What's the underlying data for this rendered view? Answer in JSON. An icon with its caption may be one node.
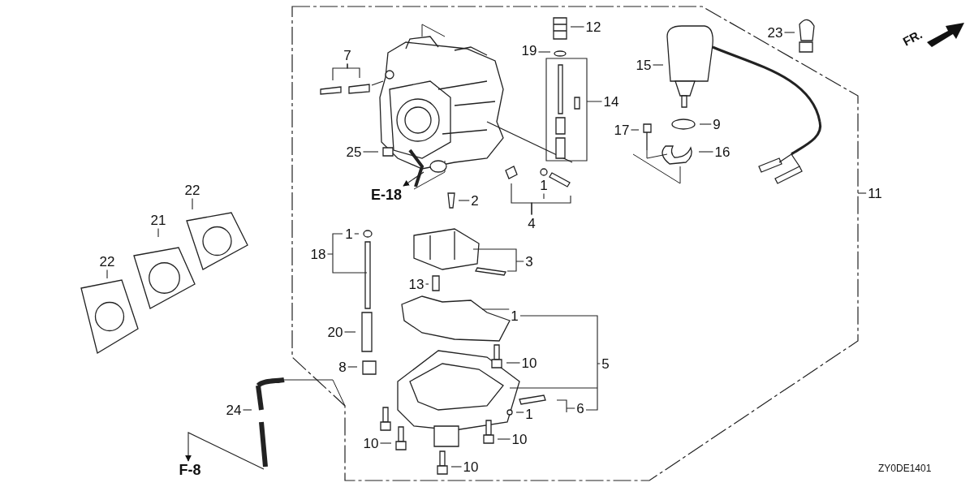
{
  "diagram": {
    "nodes": [
      {
        "text": [
          "7"
        ]
      },
      {
        "text": [
          "12"
        ]
      },
      {
        "text": [
          "23"
        ]
      },
      {
        "text": [
          "19"
        ]
      },
      {
        "text": [
          "15"
        ]
      },
      {
        "text": [
          "14"
        ]
      },
      {
        "text": [
          "9"
        ]
      },
      {
        "text": [
          "17"
        ]
      },
      {
        "text": [
          "25"
        ]
      },
      {
        "text": [
          "16"
        ]
      },
      {
        "text": [
          "E-18"
        ]
      },
      {
        "text": [
          "1"
        ]
      },
      {
        "text": [
          "22"
        ]
      },
      {
        "text": [
          "11"
        ]
      },
      {
        "text": [
          "2"
        ]
      },
      {
        "text": [
          "4"
        ]
      },
      {
        "text": [
          "21"
        ]
      },
      {
        "text": [
          "1"
        ]
      },
      {
        "text": [
          "18"
        ]
      },
      {
        "text": [
          "3"
        ]
      },
      {
        "text": [
          "22"
        ]
      },
      {
        "text": [
          "13"
        ]
      },
      {
        "text": [
          "1"
        ]
      },
      {
        "text": [
          "20"
        ]
      },
      {
        "text": [
          "5"
        ]
      },
      {
        "text": [
          "10"
        ]
      },
      {
        "text": [
          "8"
        ]
      },
      {
        "text": [
          "24"
        ]
      },
      {
        "text": [
          "1"
        ]
      },
      {
        "text": [
          "6"
        ]
      },
      {
        "text": [
          "10"
        ]
      },
      {
        "text": [
          "10"
        ]
      },
      {
        "text": [
          "F-8"
        ]
      },
      {
        "text": [
          "10"
        ]
      }
    ],
    "edges": [
      {
        "from": 0,
        "to": null,
        "arrow": "none"
      },
      {
        "from": 1,
        "to": null,
        "arrow": "none"
      },
      {
        "from": 2,
        "to": null,
        "arrow": "none"
      },
      {
        "from": 3,
        "to": null,
        "arrow": "none"
      },
      {
        "from": 4,
        "to": null,
        "arrow": "none"
      },
      {
        "from": 5,
        "to": null,
        "arrow": "none"
      },
      {
        "from": 6,
        "to": null,
        "arrow": "none"
      },
      {
        "from": 7,
        "to": null,
        "arrow": "none"
      },
      {
        "from": 8,
        "to": null,
        "arrow": "none"
      },
      {
        "from": 9,
        "to": null,
        "arrow": "none"
      },
      {
        "from": null,
        "to": 10,
        "arrow": "to"
      },
      {
        "from": 11,
        "to": null,
        "arrow": "none"
      },
      {
        "from": 12,
        "to": null,
        "arrow": "none"
      },
      {
        "from": 13,
        "to": null,
        "arrow": "none"
      },
      {
        "from": 14,
        "to": null,
        "arrow": "none"
      },
      {
        "from": 15,
        "to": null,
        "arrow": "none"
      },
      {
        "from": 16,
        "to": null,
        "arrow": "none"
      },
      {
        "from": 17,
        "to": null,
        "arrow": "none"
      },
      {
        "from": 18,
        "to": null,
        "arrow": "none"
      },
      {
        "from": 19,
        "to": null,
        "arrow": "none"
      },
      {
        "from": 20,
        "to": null,
        "arrow": "none"
      },
      {
        "from": 21,
        "to": null,
        "arrow": "none"
      },
      {
        "from": 22,
        "to": null,
        "arrow": "none"
      },
      {
        "from": 23,
        "to": null,
        "arrow": "none"
      },
      {
        "from": 24,
        "to": null,
        "arrow": "none"
      },
      {
        "from": 25,
        "to": null,
        "arrow": "none"
      },
      {
        "from": 26,
        "to": null,
        "arrow": "none"
      },
      {
        "from": 27,
        "to": null,
        "arrow": "none"
      },
      {
        "from": 28,
        "to": null,
        "arrow": "none"
      },
      {
        "from": 29,
        "to": null,
        "arrow": "none"
      },
      {
        "from": 30,
        "to": null,
        "arrow": "none"
      },
      {
        "from": 31,
        "to": null,
        "arrow": "none"
      },
      {
        "from": null,
        "to": 32,
        "arrow": "to"
      },
      {
        "from": 33,
        "to": null,
        "arrow": "none"
      },
      {
        "from": 0,
        "to": null,
        "arrow": "none"
      },
      {
        "from": 15,
        "to": null,
        "arrow": "none"
      }
    ],
    "labels": [
      "FR.",
      "ZY0DE1401"
    ]
  }
}
